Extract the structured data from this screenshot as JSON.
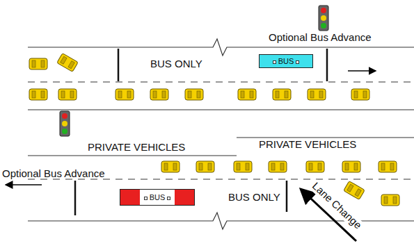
{
  "diagram": {
    "nodes": [
      {
        "text": [
          "BUS"
        ]
      },
      {
        "text": [
          "BUS"
        ]
      }
    ],
    "labels": [
      "Optional Bus Advance",
      "BUS ONLY",
      "PRIVATE VEHICLES",
      "PRIVATE VEHICLES",
      "Optional Bus Advance",
      "BUS ONLY",
      "Lane Change"
    ]
  }
}
